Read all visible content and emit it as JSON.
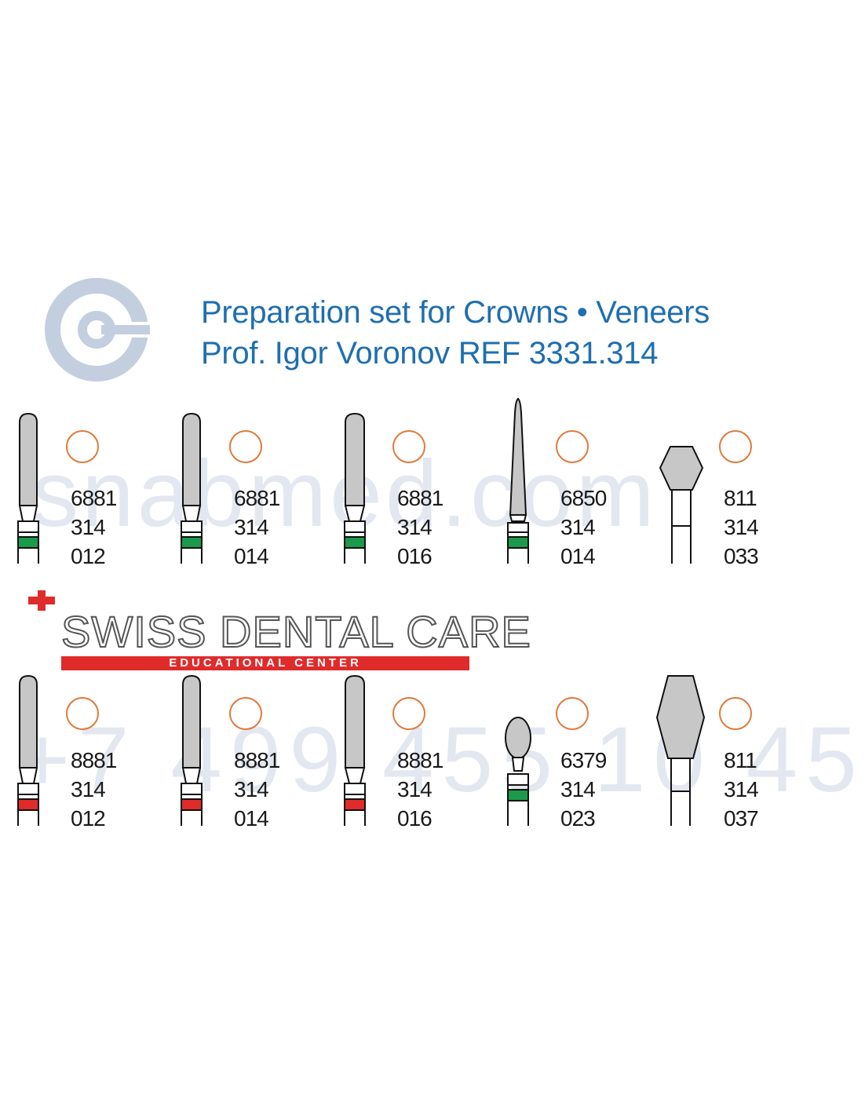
{
  "header": {
    "title_line1": "Preparation set for Crowns • Veneers",
    "title_line2": "Prof. Igor Voronov REF 3331.314"
  },
  "watermark": {
    "site": "snabmed.com",
    "phone": "+7 499 455 10 45"
  },
  "brand": {
    "name": "SWISS DENTAL CARE",
    "subtitle": "EDUCATIONAL CENTER"
  },
  "colors": {
    "title": "#1f6fb0",
    "ring": "#e07a3a",
    "band_green": "#1a9a4a",
    "band_red": "#e02b2b",
    "brand_red": "#e02b2b"
  },
  "row1": [
    {
      "shape": "cylinder-round",
      "band": "green",
      "code1": "6881",
      "code2": "314",
      "code3": "012"
    },
    {
      "shape": "cylinder-round",
      "band": "green",
      "code1": "6881",
      "code2": "314",
      "code3": "014"
    },
    {
      "shape": "cylinder-round",
      "band": "green",
      "code1": "6881",
      "code2": "314",
      "code3": "016"
    },
    {
      "shape": "needle",
      "band": "green",
      "code1": "6850",
      "code2": "314",
      "code3": "014"
    },
    {
      "shape": "hexagon",
      "band": "none",
      "code1": "811",
      "code2": "314",
      "code3": "033"
    }
  ],
  "row2": [
    {
      "shape": "cylinder-round",
      "band": "red",
      "code1": "8881",
      "code2": "314",
      "code3": "012"
    },
    {
      "shape": "cylinder-round",
      "band": "red",
      "code1": "8881",
      "code2": "314",
      "code3": "014"
    },
    {
      "shape": "cylinder-round",
      "band": "red",
      "code1": "8881",
      "code2": "314",
      "code3": "016"
    },
    {
      "shape": "egg",
      "band": "green",
      "code1": "6379",
      "code2": "314",
      "code3": "023"
    },
    {
      "shape": "hexagon-large",
      "band": "none",
      "code1": "811",
      "code2": "314",
      "code3": "037"
    }
  ]
}
